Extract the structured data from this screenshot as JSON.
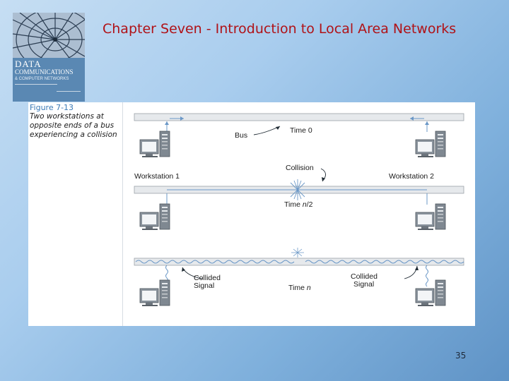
{
  "slide": {
    "title": "Chapter Seven - Introduction to Local Area Networks",
    "page_number": "35"
  },
  "book_cover": {
    "title_line1": "DATA",
    "title_line2": "COMMUNICATIONS",
    "subtitle": "& COMPUTER NETWORKS"
  },
  "figure": {
    "number": "Figure 7-13",
    "caption": "Two workstations at opposite ends of a bus experiencing a collision",
    "labels": {
      "bus": "Bus",
      "time0": "Time 0",
      "workstation1": "Workstation 1",
      "workstation2": "Workstation 2",
      "collision": "Collision",
      "time_half_prefix": "Time ",
      "time_half_var": "n",
      "time_half_suffix": "/2",
      "collided_signal_left_1": "Collided",
      "collided_signal_left_2": "Signal",
      "collided_signal_right_1": "Collided",
      "collided_signal_right_2": "Signal",
      "time_n_prefix": "Time ",
      "time_n_var": "n"
    }
  }
}
